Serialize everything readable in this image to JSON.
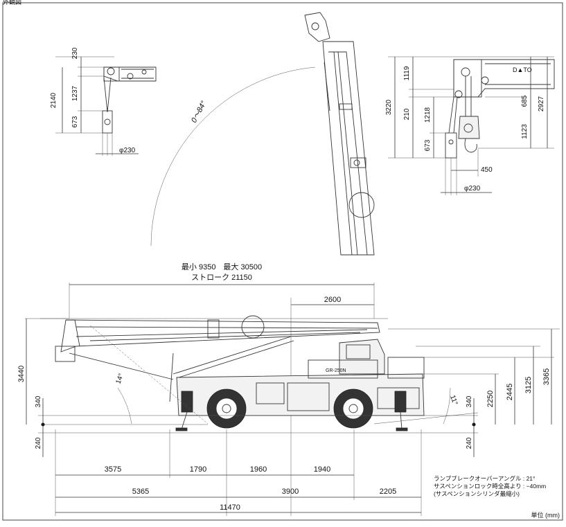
{
  "corner_label": "外観図",
  "unit_label": "単位 (mm)",
  "notes": [
    "ランプブレークオーバーアングル : 21°",
    "サスペンションロック時全高より : −40mm",
    "(サスペンションシリンダ最縮小)"
  ],
  "stroke": {
    "min_max": "最小 9350　最大 30500",
    "stroke_label": "ストローク 21150"
  },
  "boom_angle_label": "0～84°",
  "angles": {
    "front": "14°",
    "rear": "11°"
  },
  "model_badge": "GR-250N",
  "left_hook": {
    "dims": [
      "230",
      "2140",
      "1237",
      "673"
    ],
    "diameter": "φ230"
  },
  "right_hook": {
    "dims": [
      "1119",
      "3220",
      "210",
      "1218",
      "673",
      "685",
      "2927",
      "1123",
      "450"
    ],
    "diameter": "φ230"
  },
  "side_view": {
    "top_dim": "2600",
    "left_heights": [
      "3440",
      "340",
      "240"
    ],
    "right_heights": [
      "2250",
      "2445",
      "3125",
      "3365",
      "340",
      "240"
    ],
    "bottom_row1": [
      "3575",
      "1790",
      "1960",
      "1940"
    ],
    "bottom_row2": [
      "5365",
      "3900",
      "2205"
    ],
    "bottom_total": "11470"
  }
}
